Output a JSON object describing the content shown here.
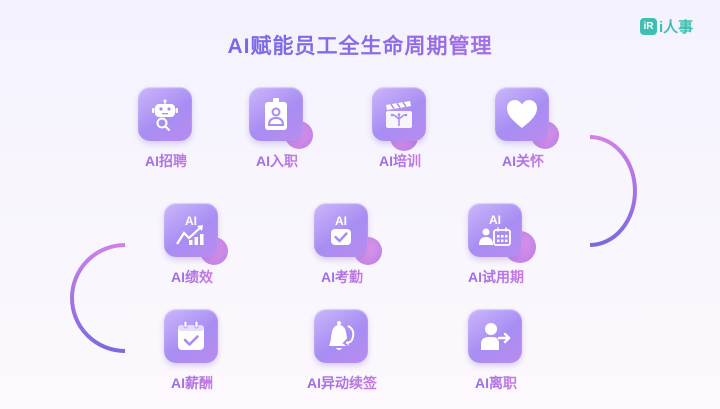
{
  "header": {
    "title": "AI赋能员工全生命周期管理",
    "logo": {
      "badge": "iR",
      "text": "i人事",
      "color": "#3fbfb1"
    }
  },
  "colors": {
    "path_start": "#9a7ff0",
    "path_mid": "#c97be6",
    "path_end": "#7a6ae0",
    "tile": "#b89cf6"
  },
  "stages": [
    {
      "label": "AI招聘",
      "icon": "robot-search-icon"
    },
    {
      "label": "AI入职",
      "icon": "id-badge-icon"
    },
    {
      "label": "AI培训",
      "icon": "clapperboard-icon"
    },
    {
      "label": "AI关怀",
      "icon": "heart-icon"
    },
    {
      "label": "AI绩效",
      "icon": "ai-growth-chart-icon"
    },
    {
      "label": "AI考勤",
      "icon": "ai-checkbox-icon"
    },
    {
      "label": "AI试用期",
      "icon": "ai-user-calendar-icon"
    },
    {
      "label": "AI薪酬",
      "icon": "calendar-check-icon"
    },
    {
      "label": "AI异动续签",
      "icon": "bell-refresh-icon"
    },
    {
      "label": "AI离职",
      "icon": "user-exit-icon"
    }
  ],
  "icon_text": {
    "ai": "AI"
  }
}
